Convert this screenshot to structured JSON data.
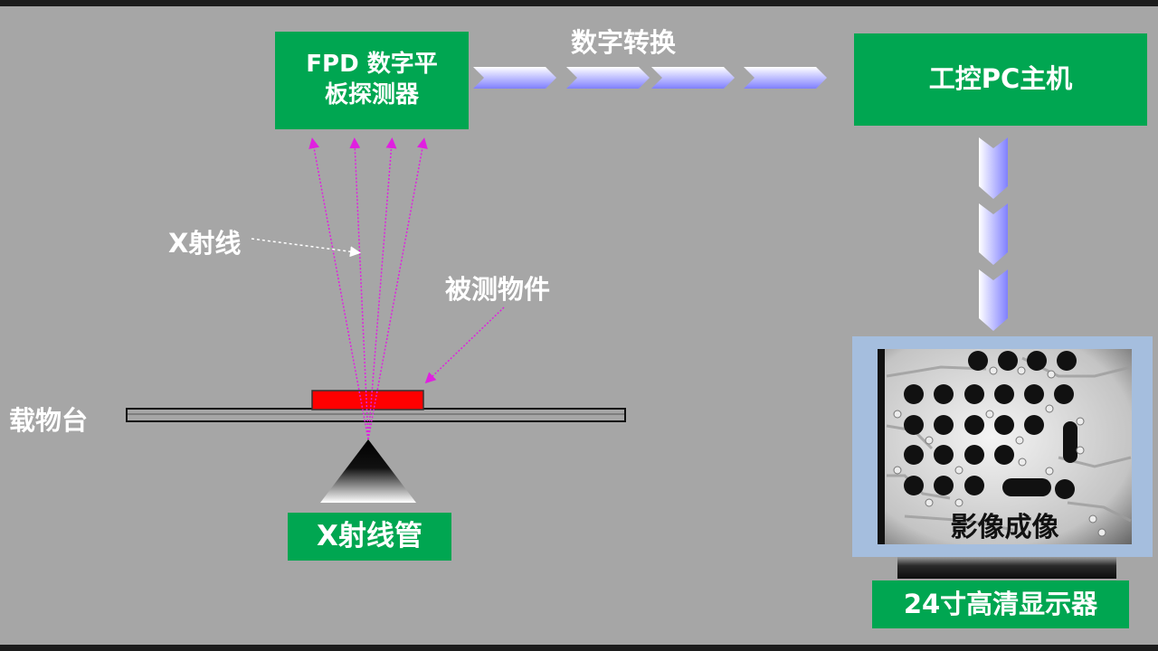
{
  "detector": {
    "label": "FPD 数字平\n板探测器"
  },
  "conversion": {
    "label": "数字转换"
  },
  "pc": {
    "label": "工控PC主机"
  },
  "xray": {
    "label": "X射线"
  },
  "object": {
    "label": "被测物件"
  },
  "stage": {
    "label": "载物台"
  },
  "tube": {
    "label": "X射线管"
  },
  "image": {
    "label": "影像成像"
  },
  "monitor": {
    "label": "24寸高清显示器"
  },
  "colors": {
    "box_green": "#00a651",
    "background": "#a6a6a6",
    "ray_magenta": "#e020e0",
    "object_red": "#ff0000",
    "monitor_frame": "#a5bede"
  }
}
